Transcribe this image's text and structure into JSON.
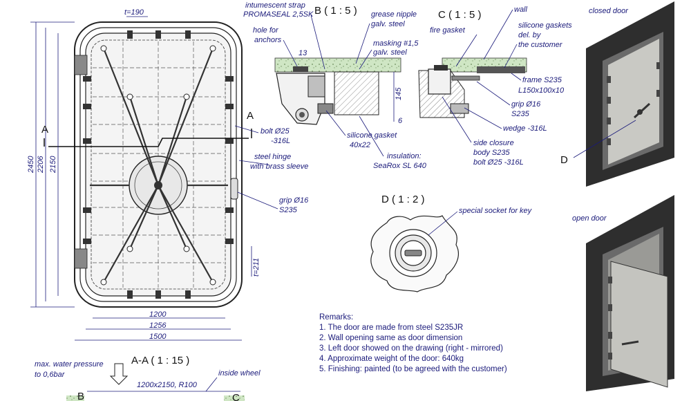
{
  "door_view": {
    "dim_t_top": "t=190",
    "dim_t_side": "t=211",
    "dim_height_total": "2450",
    "dim_height_mid": "2206",
    "dim_height_inner": "2150",
    "dim_width_inner": "1200",
    "dim_width_mid": "1256",
    "dim_width_total": "1500",
    "section_mark_left": "A",
    "section_mark_right": "A"
  },
  "labels": {
    "intumescent": "intumescent strap",
    "promaseal": "PROMASEAL 2,5SK",
    "hole_anchors_1": "hole for",
    "hole_anchors_2": "anchors",
    "dim_13": "13",
    "grease_1": "grease nipple",
    "grease_2": "galv. steel",
    "masking_1": "masking #1,5",
    "masking_2": "galv. steel",
    "dim_145": "145",
    "dim_6": "6",
    "bolt_b_1": "bolt Ø25",
    "bolt_b_2": "-316L",
    "hinge_1": "steel hinge",
    "hinge_2": "with brass sleeve",
    "silicone_1": "silicone gasket",
    "silicone_2": "40x22",
    "insulation_1": "insulation:",
    "insulation_2": "SeaRox SL 640",
    "wall": "wall",
    "fire_gasket": "fire gasket",
    "sil_cust_1": "silicone gaskets",
    "sil_cust_2": "del. by",
    "sil_cust_3": "the customer",
    "frame_1": "frame S235",
    "frame_2": "L150x100x10",
    "grip_c_1": "grip Ø16",
    "grip_c_2": "S235",
    "wedge": "wedge -316L",
    "side_1": "side closure",
    "side_2": "body S235",
    "side_3": "bolt Ø25 -316L",
    "grip_1": "grip Ø16",
    "grip_2": "S235",
    "socket": "special socket for key",
    "closed_door": "closed door",
    "open_door": "open door",
    "d_marker": "D",
    "water_1": "max. water pressure",
    "water_2": "to  0,6bar",
    "inside_wheel": "inside wheel",
    "opening_dim": "1200x2150, R100",
    "bottom_b": "B",
    "bottom_c": "C"
  },
  "section_titles": {
    "b": "B ( 1 : 5 )",
    "c": "C ( 1 : 5 )",
    "d": "D ( 1 : 2 )",
    "aa": "A-A ( 1 : 15 )"
  },
  "remarks": {
    "title": "Remarks:",
    "items": [
      "1. The door are made from steel S235JR",
      "2. Wall opening same as door dimension",
      "3. Left door showed on the drawing (right - mirrored)",
      "4. Approximate weight of the door: 640kg",
      "5. Finishing: painted (to be agreed with the customer)"
    ]
  }
}
